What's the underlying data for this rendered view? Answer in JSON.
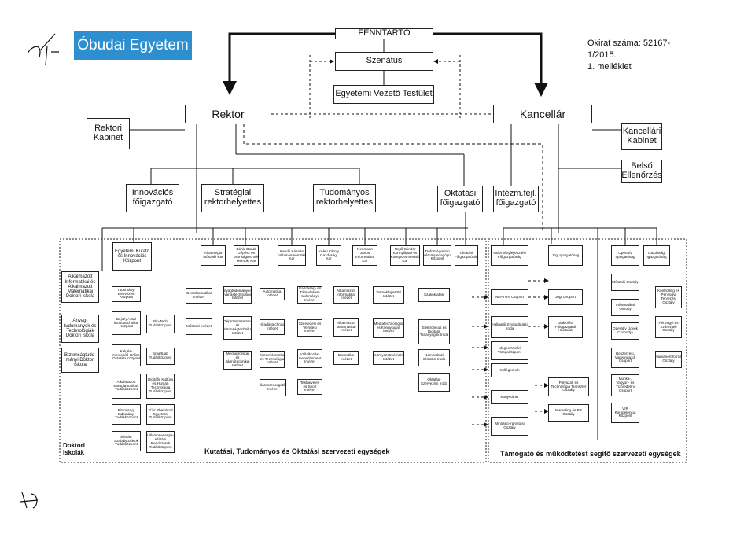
{
  "header": {
    "title": "Óbudai Egyetem",
    "doc_ref": [
      "Okirat száma: 52167-",
      "1/2015.",
      "1. melléklet"
    ]
  },
  "top": {
    "fenntarto": "FENNTARTÓ",
    "szenatus": "Szenátus",
    "evt": "Egyetemi Vezető Testület",
    "rektor": "Rektor",
    "kancellar": "Kancellár"
  },
  "left": {
    "rektori_kabinet": "Rektori Kabinet"
  },
  "right": {
    "kancellari_kabinet": "Kancellári Kabinet",
    "belso_ellenorzes": "Belső Ellenőrzés"
  },
  "mid": {
    "innovacios": "Innovációs főigazgató",
    "strategiai": "Stratégiai rektorhelyettes",
    "tudomanyos": "Tudományos rektorhelyettes",
    "oktatasi": "Oktatási főigazgató",
    "intezm": "Intézm.fejl. főigazgató"
  },
  "research": {
    "ekik": "Egyetemi Kutató és Innovációs Központ",
    "doctoral": [
      "Alkalmazott Informatikai és Alkalmazott Matematikai Doktori Iskola",
      "Anyag-tudományok és Technológiák Doktori Iskola",
      "Biztonságtudo-mányi Doktori Iskola"
    ],
    "ekik_units": [
      "Tudomány-szervezési Központ",
      "Bejczy Antal iRobottechnikai Központ",
      "Kiégés-mentesítő Online Oktatási Központ",
      "Alkalmazott Energia-tonikus Tudásközpont",
      "Biztonság-tudományi Tudásközpont",
      "Életjárt Szabályozások Tudásközpont"
    ],
    "ekik_units2": [
      "Bio-Tech Tudásközpont",
      "SmartLab Tudásközpont",
      "Digitális Kultúra és Humán Technológia Tudásközpont",
      "TÜV Rheinland Egyetemi Tudásközpont",
      "Villamosenergia-ellátási Rendszerek Tudásközpont"
    ],
    "faculties": [
      "Alba Regia Műszaki Kar",
      "Bánki Donát Gépész és Biztonságtechnikai Mérnöki Kar",
      "Kandó Kálmán Villamosmérnöki Kar",
      "Keleti Károly Gazdasági Kar",
      "Neumann János Informatikai Kar",
      "Rejtő Sándor Könnyűipari és Környezetmérnöki Kar",
      "Trefort Ágoston Mérnökpedagógiai Központ",
      "Oktatási Főigazgatóság"
    ],
    "institutes": {
      "alba": [
        "Geoinformatikai Intézet",
        "Műszaki Intézet"
      ],
      "banki": [
        "Anyagtudományi és Gyártástechnológiai Intézet",
        "Gépszerkezettani és Biztonságtechnikai Intézet",
        "Mechatronikai és Járműtechnikai Intézet"
      ],
      "kando": [
        "Automatika Intézet",
        "Híradástechnika Intézet",
        "Mikroelektronikai és Technológia Intézet",
        "Villamosenergetikai Intézet"
      ],
      "keleti": [
        "Gazdaság- és Társadalom-tudományi Intézet",
        "Szervezési és Vezetési Intézet",
        "Vállalkozás-menedzsment Intézet",
        "Testnevelés és Sport Intézet"
      ],
      "neumann": [
        "Alkalmazott Informatikai Intézet",
        "Alkalmazott Matematikai Intézet",
        "Biomatika Intézet"
      ],
      "rejto": [
        "Termékfejlesztő Intézet",
        "Médiatechnológiai és Könnyűipari Intézet",
        "Környezetmérnöki Intézet"
      ],
      "trefort": [
        "Szakoktatási",
        "Elektronikus és Digitális Tananyagok Iroda",
        "Nemzetközi Oktatási Iroda",
        "Oktatás-Szervezési Iroda"
      ]
    }
  },
  "support": {
    "intezm": [
      "Intézményfejlesztési Főigazgatóság",
      "NEPTUN Csoport",
      "Hallgatói Szolgáltatási Iroda",
      "Idegen Nyelvi Vizsgaközpont",
      "Kollégiumok",
      "Könyvtárak",
      "Minőség-irányítási Osztály"
    ],
    "jogi": [
      "Jogi Igazgatóság",
      "Jogi Csoport",
      "Diákjóléti, Fölegazgatói Hivatalok",
      "Pályázati és Technológia Transzfer Osztály",
      "Marketing és PR Osztály"
    ],
    "operativ": [
      "Operatív Igazgatóság",
      "Műszaki Osztály",
      "Informatikai Osztály",
      "Operatív Ügyek Csoportja",
      "Beszerzési, Vagyongazd. Csoport",
      "Munka-, Vagyon- és Tűzvédelmi Csoport",
      "VIR Kompetencia Központ"
    ],
    "gazdasagi": [
      "Gazdasági Igazgatóság",
      "Kontrolling és Pénzügyi Tervezési Osztály",
      "Pénzügyi és Számviteli Osztály",
      "Humánerőforrás Osztály"
    ]
  },
  "footer": {
    "left_school": "Doktori Iskolák",
    "research_label": "Kutatási, Tudományos és Oktatási szervezeti egységek",
    "support_label": "Támogató és működtetést segítő szervezeti egységek"
  }
}
